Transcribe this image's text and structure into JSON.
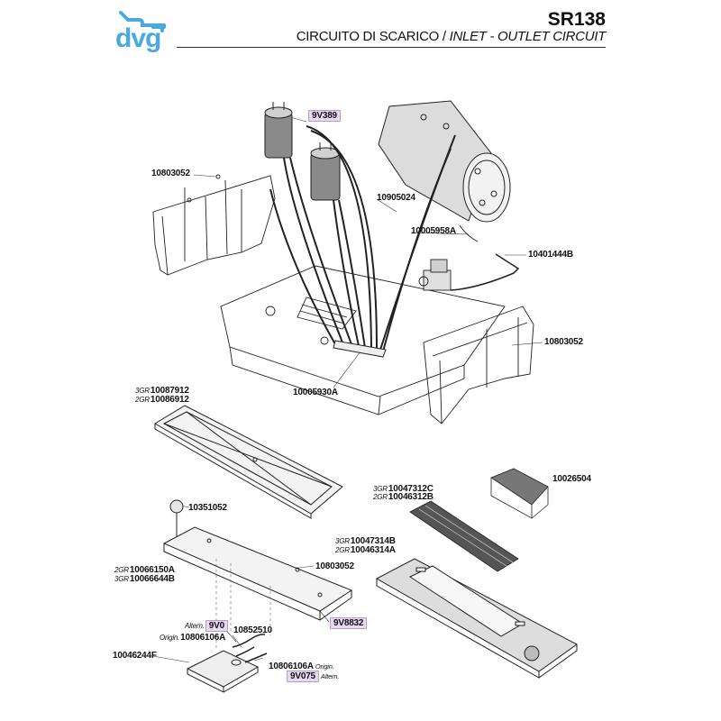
{
  "header": {
    "brand": "dvg",
    "model": "SR138",
    "title_it": "CIRCUITO DI SCARICO / ",
    "title_en": "INLET - OUTLET CIRCUIT"
  },
  "colors": {
    "brand": "#4aa9dd",
    "tag_fill": "#e6d9f0",
    "tag_border": "#b79bd0"
  },
  "labels": {
    "p9V389": "9V389",
    "p10803052_a": "10803052",
    "p10905024": "10905024",
    "p10005958A": "10005958A",
    "p10401444B": "10401444B",
    "p10803052_b": "10803052",
    "p10005930A": "10005930A",
    "tray_3gr_prefix": "3GR",
    "tray_3gr": "10087912",
    "tray_2gr_prefix": "2GR",
    "tray_2gr": "10086912",
    "p10026504": "10026504",
    "grid_3gr_prefix": "3GR",
    "grid_3gr": "10047312C",
    "grid_2gr_prefix": "2GR",
    "grid_2gr": "10046312B",
    "p10351052": "10351052",
    "plate_3gr_prefix": "3GR",
    "plate_3gr": "10047314B",
    "plate_2gr_prefix": "2GR",
    "plate_2gr": "10046314A",
    "base_2gr_prefix": "2GR",
    "base_2gr": "10066150A",
    "base_3gr_prefix": "3GR",
    "base_3gr": "10066644B",
    "p10803052_c": "10803052",
    "p9V8832": "9V8832",
    "alt_prefix_1": "Altern.",
    "p9V0": "9V0",
    "p10852510": "10852510",
    "orig_prefix_1": "Origin.",
    "p10806106A_a": "10806106A",
    "p10046244F": "10046244F",
    "p10806106A_b": "10806106A",
    "orig_suffix_2": "Origin.",
    "p9V075": "9V075",
    "alt_suffix_2": "Altern."
  }
}
